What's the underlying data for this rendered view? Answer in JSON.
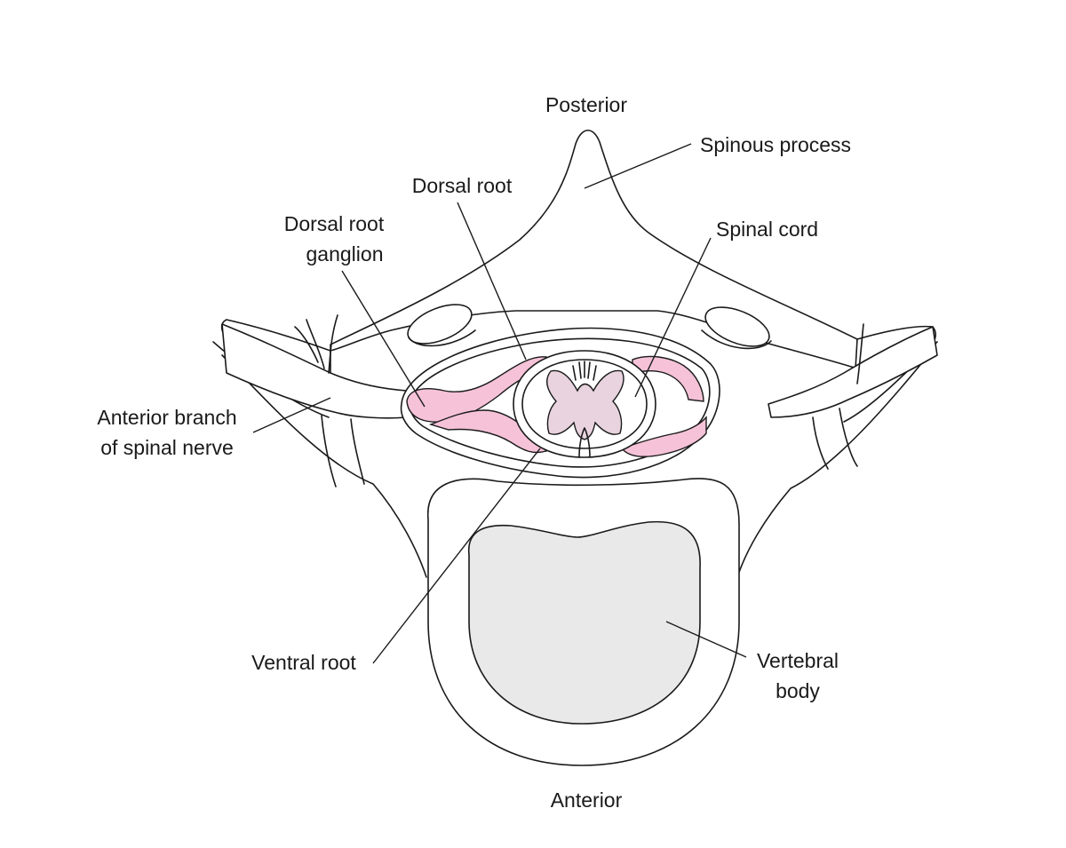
{
  "labels": {
    "posterior": "Posterior",
    "spinous_process": "Spinous process",
    "dorsal_root": "Dorsal root",
    "dorsal_root_ganglion_line1": "Dorsal root",
    "dorsal_root_ganglion_line2": "ganglion",
    "spinal_cord": "Spinal cord",
    "anterior_branch_line1": "Anterior branch",
    "anterior_branch_line2": "of spinal nerve",
    "ventral_root": "Ventral root",
    "vertebral_body_line1": "Vertebral",
    "vertebral_body_line2": "body",
    "anterior": "Anterior"
  },
  "colors": {
    "nerve_root_pink": "#f5c2d8",
    "gray_matter": "#e8d3de",
    "vertebral_body_fill": "#e9e9e9",
    "line": "#1a1a1a"
  }
}
